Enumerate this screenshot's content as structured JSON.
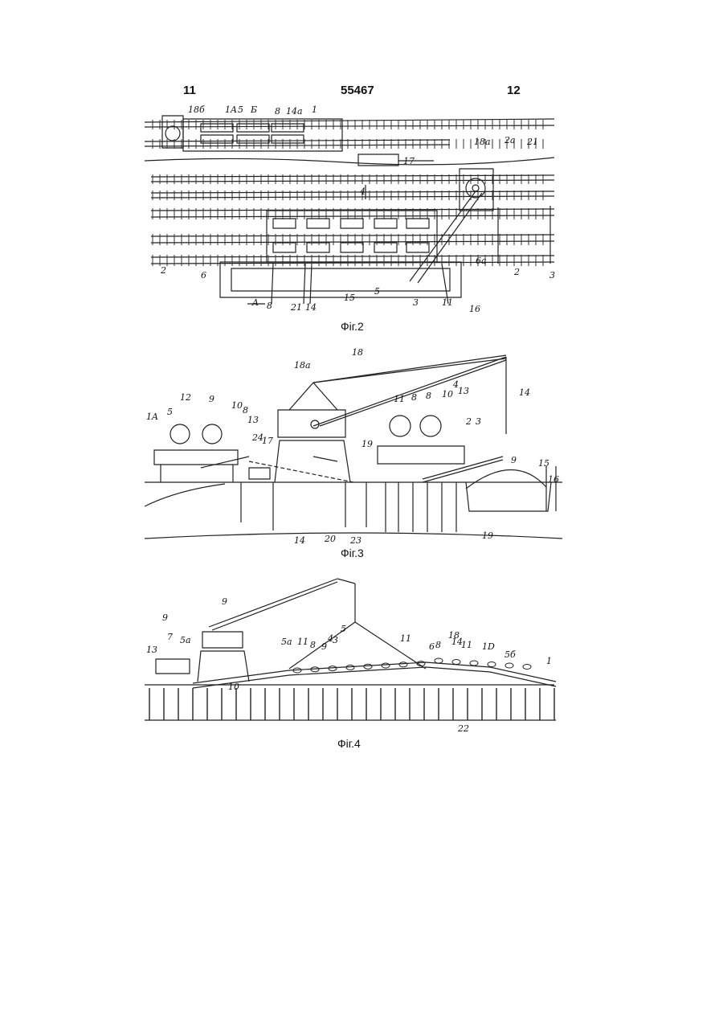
{
  "header": {
    "left_col": "11",
    "patent_no": "55467",
    "right_col": "12"
  },
  "figures": [
    {
      "caption": "Фіг.2",
      "labels": [
        "18б",
        "1A",
        "5",
        "Б",
        "8",
        "14a",
        "1",
        "18a",
        "2a",
        "21",
        "17",
        "4",
        "2",
        "6",
        "6a",
        "2",
        "3",
        "8",
        "21",
        "14",
        "15",
        "5",
        "3",
        "11",
        "16",
        "A"
      ]
    },
    {
      "caption": "Фіг.3",
      "labels": [
        "18",
        "18a",
        "1A",
        "5",
        "12",
        "9",
        "10",
        "8",
        "13",
        "24",
        "17",
        "19",
        "11",
        "8",
        "8",
        "10",
        "4",
        "13",
        "2",
        "3",
        "14",
        "9",
        "15",
        "16",
        "14",
        "20",
        "23",
        "19"
      ]
    },
    {
      "caption": "Фіг.4",
      "labels": [
        "9",
        "9",
        "13",
        "7",
        "5a",
        "10",
        "5a",
        "11",
        "8",
        "9",
        "4",
        "3",
        "5",
        "11",
        "6",
        "8",
        "18",
        "14",
        "11",
        "1D",
        "5б",
        "1",
        "22"
      ]
    }
  ]
}
